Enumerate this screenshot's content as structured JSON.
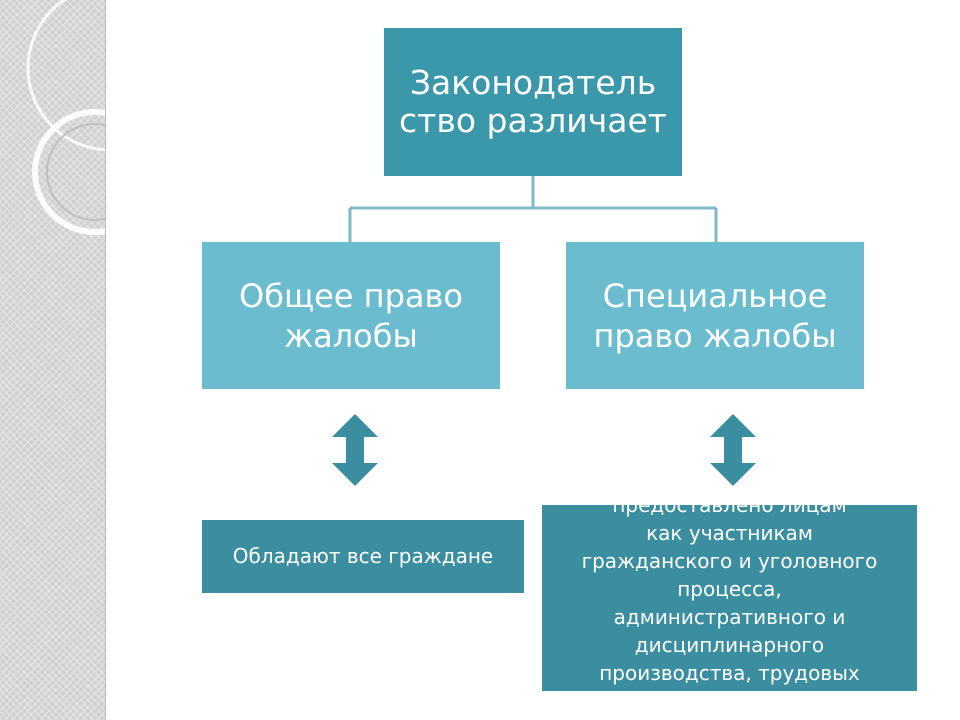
{
  "diagram": {
    "root": {
      "text": "Законодатель ство различает"
    },
    "branches": [
      {
        "label": "Общее право жалобы",
        "detail": "Обладают все граждане"
      },
      {
        "label": "Специальное право жалобы",
        "detail": "предоставлено лицам\nкак участникам\nгражданского и уголовного\nпроцесса,\nадминистративного и\nдисциплинарного\nпроизводства, трудовых"
      }
    ],
    "colors": {
      "root_fill": "#3a98aa",
      "branch_fill": "#6bbcce",
      "detail_fill": "#3a8ea0",
      "arrow_fill": "#3a8ea0",
      "connector": "#7fb8c6"
    }
  }
}
